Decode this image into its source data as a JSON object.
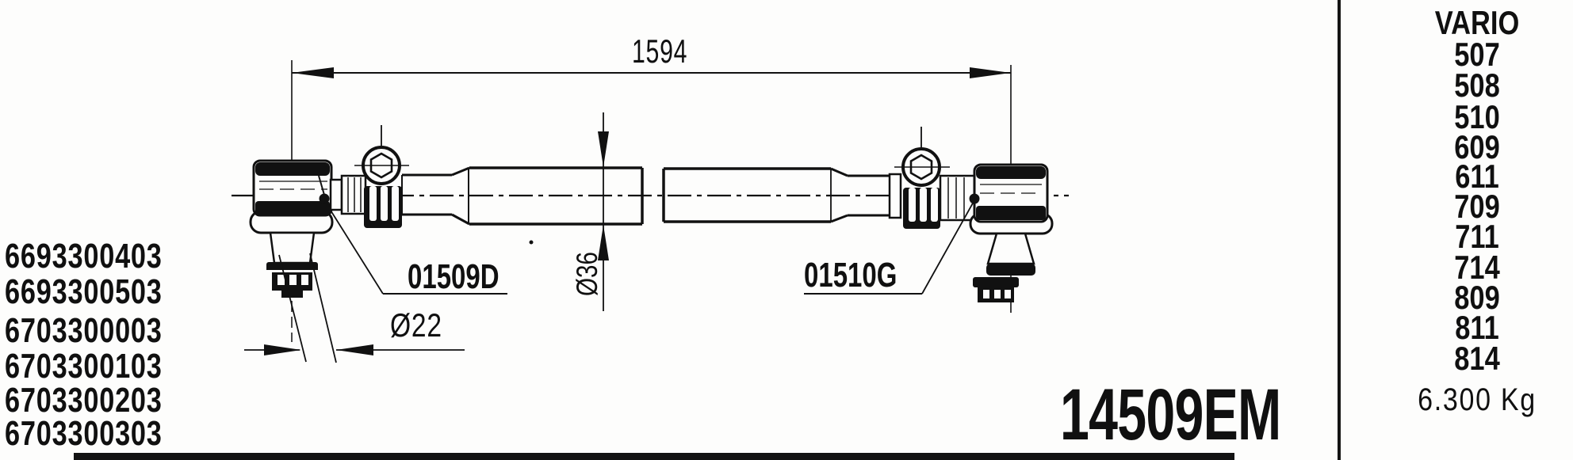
{
  "drawing": {
    "dim_length": "1594",
    "dim_rod_diameter": "Ø36",
    "dim_cone_diameter": "Ø22",
    "label_left_joint": "01509D",
    "label_right_joint": "01510G"
  },
  "part_numbers": [
    "6693300403",
    "6693300503",
    "6703300003",
    "6703300103",
    "6703300203",
    "6703300303"
  ],
  "main_part_number": "14509EM",
  "vehicle_column": {
    "header": "VARIO",
    "models": [
      "507",
      "508",
      "510",
      "609",
      "611",
      "709",
      "711",
      "714",
      "809",
      "811",
      "814"
    ],
    "weight": "6.300 Kg"
  },
  "colors": {
    "ink": "#111111",
    "paper": "#fdfdfc"
  }
}
